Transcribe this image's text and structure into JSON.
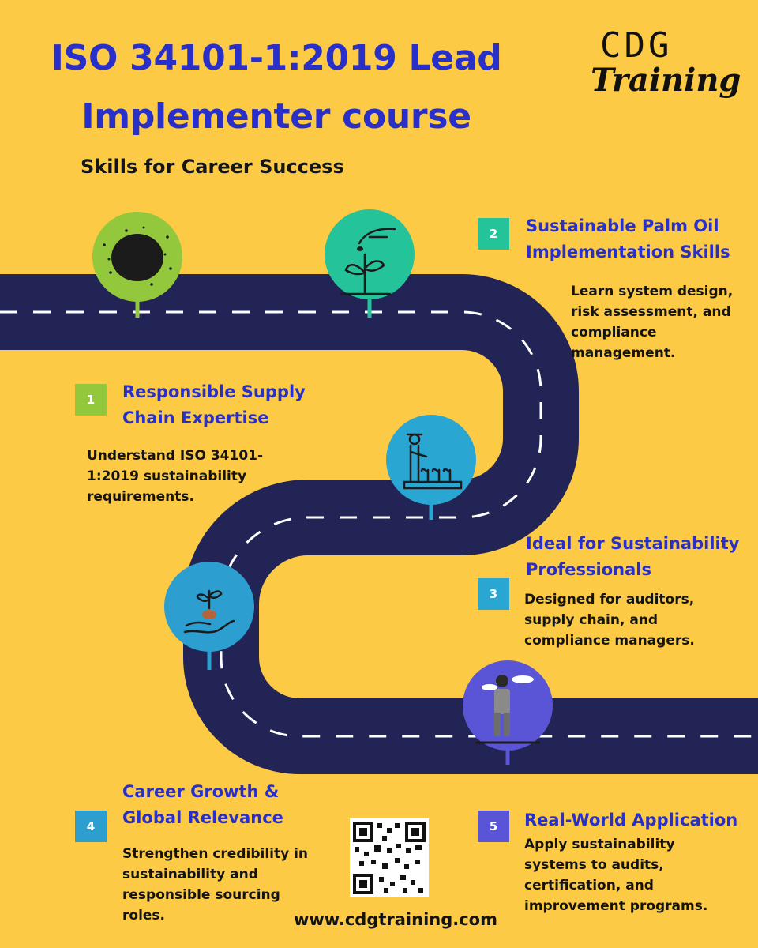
{
  "header": {
    "title_line1": "ISO 34101-1:2019 Lead",
    "title_line2": "Implementer course",
    "subtitle": "Skills for Career Success"
  },
  "logo": {
    "line1": "CDG",
    "line2": "Training"
  },
  "steps": [
    {
      "number": "1",
      "title_line1": "Responsible Supply",
      "title_line2": "Chain Expertise",
      "desc": [
        "Understand ISO 34101-",
        "1:2019 sustainability",
        "requirements."
      ],
      "color": "#93c83c"
    },
    {
      "number": "2",
      "title_line1": "Sustainable Palm Oil",
      "title_line2": "Implementation Skills",
      "desc": [
        "Learn system design,",
        "risk assessment, and",
        "compliance",
        "management."
      ],
      "color": "#24c39a"
    },
    {
      "number": "3",
      "title_line1": "Ideal for Sustainability",
      "title_line2": "Professionals",
      "desc": [
        "Designed for auditors,",
        "supply chain, and",
        "compliance managers."
      ],
      "color": "#2aa6d2"
    },
    {
      "number": "4",
      "title_line1": "Career Growth &",
      "title_line2": "Global Relevance",
      "desc": [
        "Strengthen credibility in",
        "sustainability and",
        "responsible sourcing",
        "roles."
      ],
      "color": "#2d9ed0"
    },
    {
      "number": "5",
      "title_line1": "Real-World Application",
      "title_line2": "",
      "desc": [
        "Apply sustainability",
        "systems to audits,",
        "certification, and",
        "improvement programs."
      ],
      "color": "#5a55d6"
    }
  ],
  "footer": {
    "url": "www.cdgtraining.com",
    "qr_icon": "qr-code-icon"
  },
  "colors": {
    "background": "#fdca45",
    "road": "#222455",
    "title": "#2930c9"
  }
}
